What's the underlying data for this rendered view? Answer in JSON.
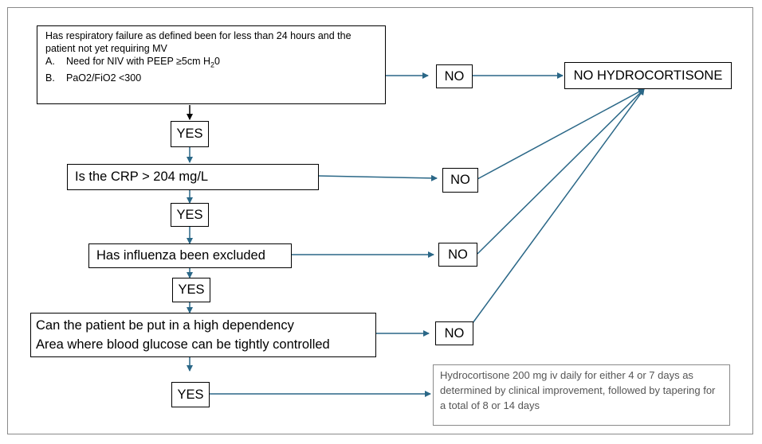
{
  "flowchart": {
    "q1": {
      "intro": "Has respiratory failure as defined been for less than 24 hours and the patient not yet requiring MV",
      "criteria": [
        {
          "key": "A.",
          "text": "Need for NIV with PEEP ≥5cm H",
          "subscript": "2",
          "suffix": "0"
        },
        {
          "key": "B.",
          "text": "PaO2/FiO2 <300",
          "subscript": "",
          "suffix": ""
        }
      ]
    },
    "q2": "Is the CRP > 204 mg/L",
    "q3": "Has influenza been excluded",
    "q4": {
      "line1": "Can the patient be put in a high dependency",
      "line2": "Area where blood glucose can be tightly controlled"
    },
    "yes_label": "YES",
    "no_label": "NO",
    "no_outcome": "NO HYDROCORTISONE",
    "yes_outcome": "Hydrocortisone 200 mg iv daily for either 4 or 7 days as determined by clinical improvement, followed by tapering for a total of 8 or 14 days"
  },
  "colors": {
    "arrow": "#2a6787",
    "first_arrow": "#000000",
    "frame": "#8a8a8a",
    "outcome_text": "#555555"
  }
}
